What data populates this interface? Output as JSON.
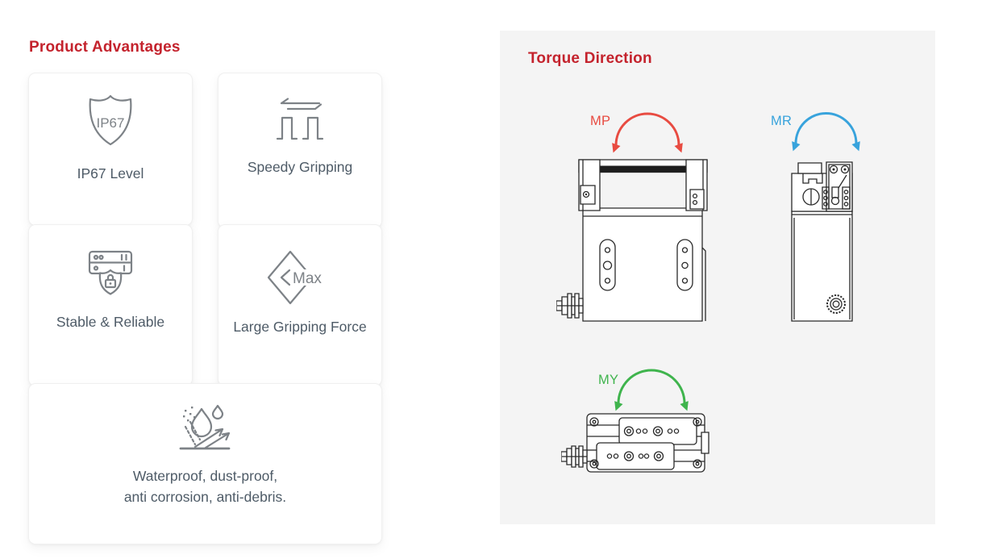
{
  "advantages": {
    "title": "Product Advantages",
    "title_color": "#c4232d",
    "label_color": "#4e5b67",
    "icon_color": "#7d8287",
    "cards": [
      {
        "icon": "ip67-shield-icon",
        "icon_text": "IP67",
        "label": "IP67 Level"
      },
      {
        "icon": "gripper-speed-icon",
        "label": "Speedy Gripping"
      },
      {
        "icon": "device-shield-lock-icon",
        "label": "Stable & Reliable"
      },
      {
        "icon": "max-diamond-icon",
        "icon_text": "Max",
        "label": "Large Gripping Force"
      },
      {
        "icon": "water-splash-icon",
        "label_line1": "Waterproof, dust-proof,",
        "label_line2": "anti corrosion, anti-debris."
      }
    ]
  },
  "torque": {
    "title": "Torque Direction",
    "title_color": "#c4232d",
    "panel_background": "#f4f4f4",
    "drawing_line_color": "#2a2a2a",
    "axes": [
      {
        "label": "MP",
        "color": "#e84b41",
        "view": "front-view-drawing"
      },
      {
        "label": "MR",
        "color": "#38a3dc",
        "view": "side-view-drawing"
      },
      {
        "label": "MY",
        "color": "#3fb44d",
        "view": "top-view-drawing"
      }
    ]
  }
}
